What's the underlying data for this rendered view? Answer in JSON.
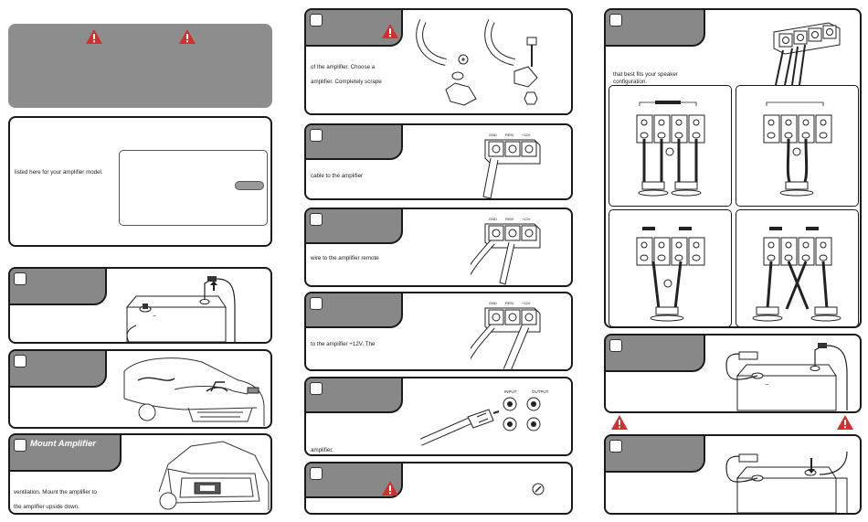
{
  "colors": {
    "header_gray": "#888888",
    "warning_red": "#d32f2f",
    "border": "#1a1a1a"
  },
  "top_warning": {
    "icons": [
      "warning-icon",
      "warning-icon"
    ]
  },
  "model_section": {
    "text": "listed here for your amplifier model."
  },
  "steps": {
    "connect_battery": {
      "title": ""
    },
    "route_wire": {
      "title": ""
    },
    "mount_amplifier": {
      "title": "Mount Amplifier",
      "line1": "ventilation. Mount the amplifier to",
      "line2": "the amplifier upside down."
    },
    "ground": {
      "line1": "of the amplifier. Choose a",
      "line2": "amplifier. Completely scrape"
    },
    "power": {
      "line1": "cable to the amplifier"
    },
    "remote": {
      "line1": "wire to the amplifier remote"
    },
    "plus12v": {
      "line1": "to the amplifier +12V. The"
    },
    "rca": {
      "line1": "amplifier."
    },
    "fuse": {
      "line1": ""
    },
    "speaker": {
      "line1": "that best fits your speaker",
      "line2": "configuration."
    }
  },
  "terminal_labels": [
    "GND",
    "REM",
    "+12V"
  ],
  "rca_labels": {
    "input": "INPUT",
    "output": "OUTPUT"
  }
}
